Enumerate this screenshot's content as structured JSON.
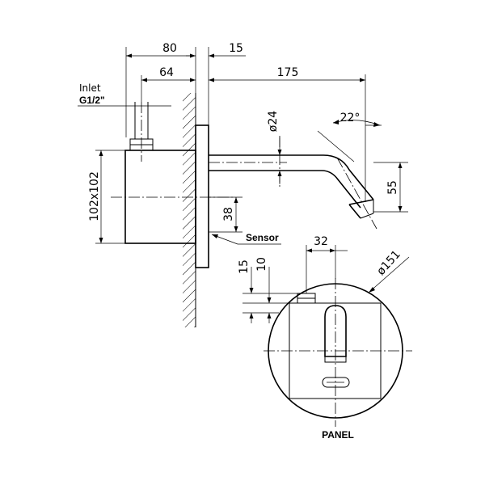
{
  "inlet": {
    "label": "Inlet",
    "thread": "G1/2\""
  },
  "dimensions": {
    "d80": "80",
    "d15_top": "15",
    "d64": "64",
    "d175": "175",
    "d24": "ø24",
    "angle": "22°",
    "d55": "55",
    "body_size": "102x102",
    "d38": "38",
    "d32": "32",
    "d15": "15",
    "d10": "10",
    "d151": "ø151"
  },
  "labels": {
    "sensor": "Sensor",
    "panel": "PANEL"
  }
}
